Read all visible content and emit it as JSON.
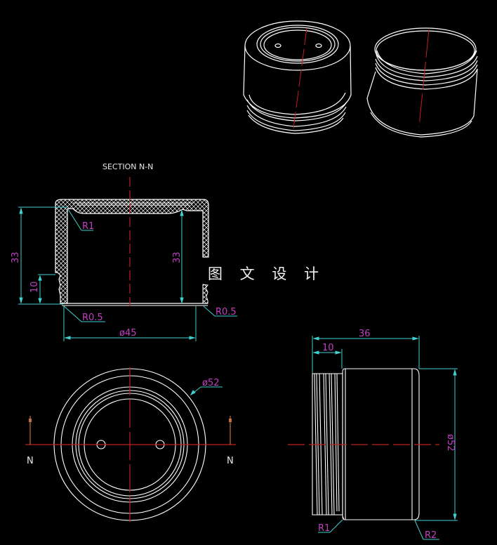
{
  "drawing": {
    "background": "#000000",
    "colors": {
      "geometry": "#ffffff",
      "centerline": "#c02020",
      "dimension": "#40d0d0",
      "dimension_text": "#c040c0",
      "section_marker": "#c07040"
    },
    "watermark": "图 文 设 计",
    "section_view": {
      "title": "SECTION N-N",
      "dimensions": {
        "left_height": "33",
        "inner_height": "33",
        "thread_height": "10",
        "inner_diameter": "ø45",
        "fillet_top": "R1",
        "fillet_bottom_left": "R0.5",
        "fillet_bottom_right": "R0.5"
      }
    },
    "top_view": {
      "outer_diameter": "ø52",
      "section_label_left": "N",
      "section_label_right": "N"
    },
    "side_view": {
      "overall_length": "36",
      "thread_length": "10",
      "diameter": "ø52",
      "fillet_left": "R1",
      "fillet_right": "R2"
    },
    "iso_views": [
      {
        "name": "isometric-cap-top"
      },
      {
        "name": "isometric-cap-bottom"
      }
    ]
  }
}
